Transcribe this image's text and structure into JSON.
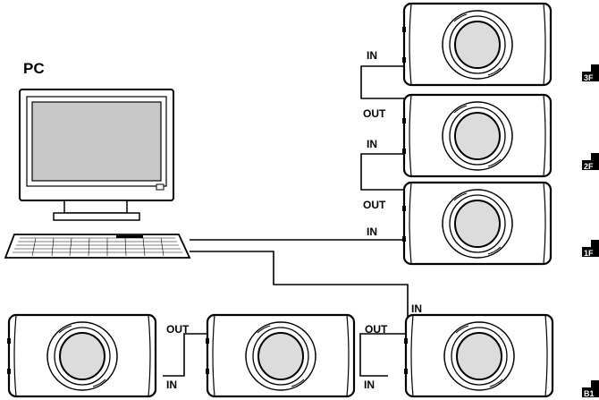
{
  "pc_label": "PC",
  "port_labels": {
    "in": "IN",
    "out": "OUT"
  },
  "floors": [
    "3F",
    "2F",
    "1F",
    "B1"
  ],
  "colors": {
    "stroke": "#000000",
    "lens_fill": "#dcdcdc",
    "screen_fill": "#c8c8c8"
  }
}
